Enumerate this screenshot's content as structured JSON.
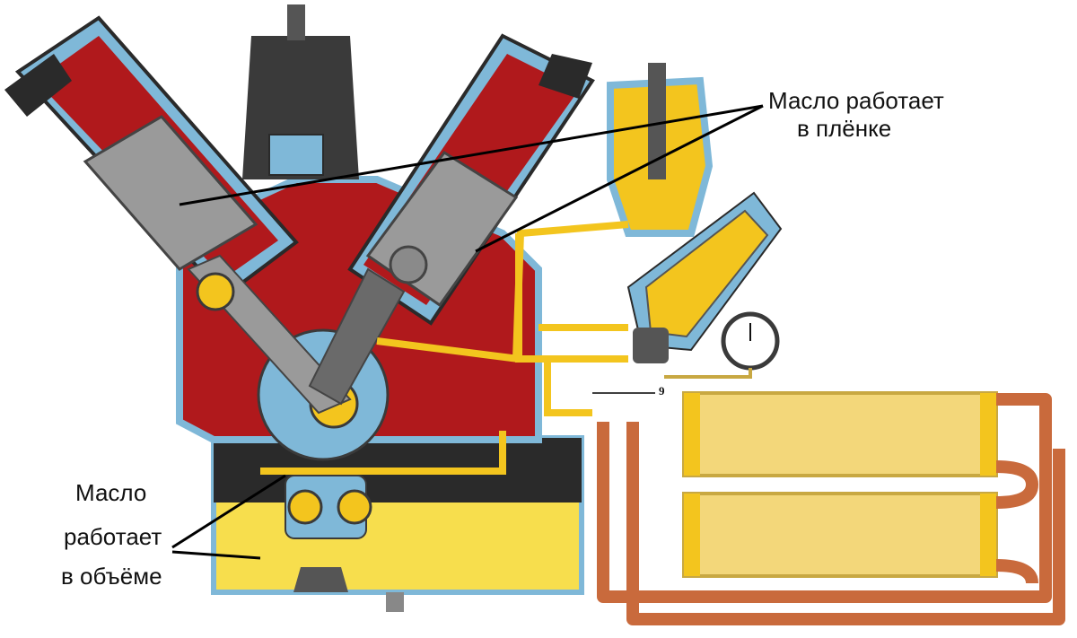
{
  "labels": {
    "film_line1": "Масло работает",
    "film_line2": "в плёнке",
    "volume_line1": "Масло",
    "volume_line2": "работает",
    "volume_line3": "в объёме",
    "callout_number": "9"
  },
  "colors": {
    "oil_film": "#f3c51e",
    "engine_block": "#b0191c",
    "coolant_jacket": "#7fb8d8",
    "piston_gray": "#9a9a9a",
    "copper_pipe": "#c96a3c",
    "oil_sump": "#f7de4d",
    "dark_metal": "#3a3a3a",
    "leader_line": "#000000"
  }
}
